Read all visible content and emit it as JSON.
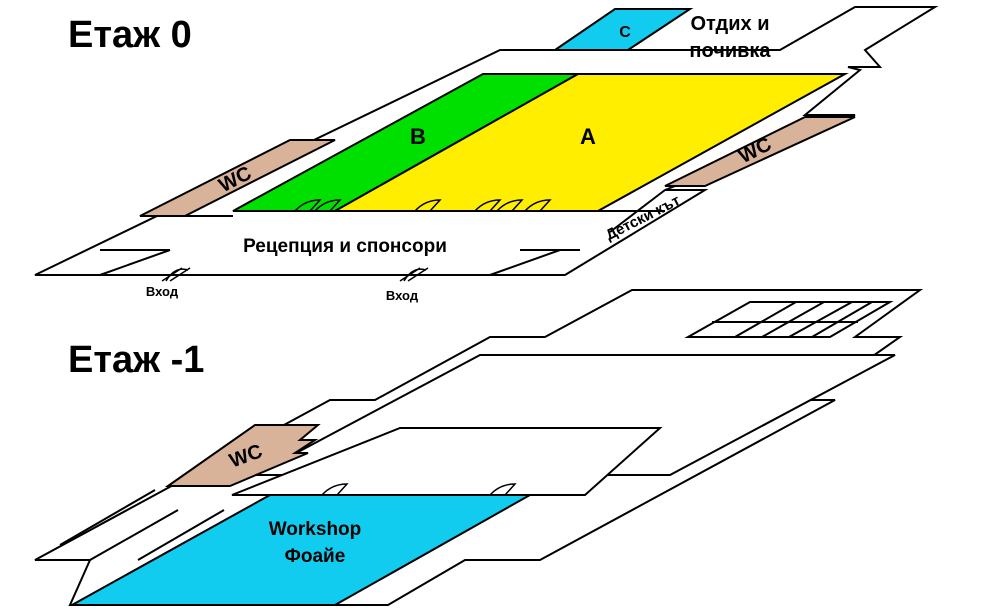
{
  "floors": {
    "ground": {
      "title": "Етаж 0",
      "rooms": {
        "a": "A",
        "b": "B",
        "c": "C",
        "rest_line1": "Отдих и",
        "rest_line2": "почивка",
        "wc_left": "WC",
        "wc_right": "WC",
        "kids": "Детски кът",
        "reception": "Рецепция и спонсори"
      },
      "entrances": {
        "left": "Вход",
        "right": "Вход"
      }
    },
    "basement": {
      "title": "Етаж -1",
      "rooms": {
        "wc": "WC",
        "workshop_line1": "Workshop",
        "workshop_line2": "Фоайе"
      }
    }
  },
  "colors": {
    "room_a": "#ffee00",
    "room_b": "#00e000",
    "room_c": "#11ccee",
    "workshop": "#11ccee",
    "wc": "#d9b29a"
  }
}
